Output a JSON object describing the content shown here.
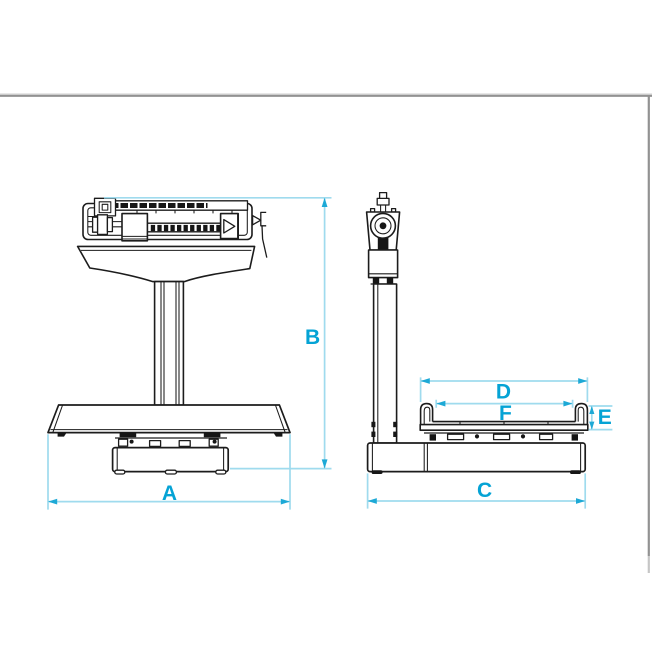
{
  "figure": {
    "type": "dimension-drawing",
    "views": [
      {
        "name": "front",
        "dimension_labels": [
          "A",
          "B"
        ]
      },
      {
        "name": "side",
        "dimension_labels": [
          "C",
          "D",
          "E",
          "F"
        ]
      }
    ],
    "labels": {
      "a": "A",
      "b": "B",
      "c": "C",
      "d": "D",
      "e": "E",
      "f": "F"
    }
  },
  "colors": {
    "background": "#ffffff",
    "drawing_line": "#1c1c1c",
    "dimension_line": "#9fdbee",
    "dimension_arrow": "#1da9d6",
    "dimension_label": "#05a3d5",
    "frame_border": "#929292"
  }
}
